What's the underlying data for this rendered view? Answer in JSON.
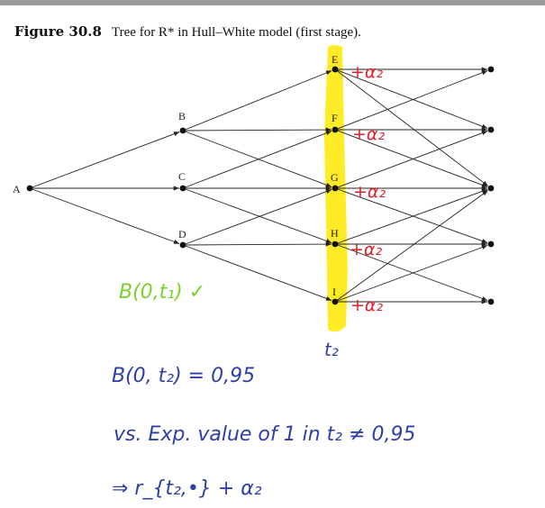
{
  "caption": {
    "number": "Figure 30.8",
    "title": "Tree for R* in Hull–White model (first stage)."
  },
  "nodes": {
    "A": "A",
    "B": "B",
    "C": "C",
    "D": "D",
    "E": "E",
    "F": "F",
    "G": "G",
    "H": "H",
    "I": "I"
  },
  "annotations": {
    "alpha_E": "+α₂",
    "alpha_F": "+α₂",
    "alpha_G": "+α₂",
    "alpha_H": "+α₂",
    "alpha_I": "+α₂",
    "t2_label": "t₂",
    "b01": "B(0,t₁) ✓",
    "b02": "B(0, t₂) = 0,95",
    "vs_line": "vs. Exp. value of 1 in t₂ ≠ 0,95",
    "implies": "⇒ r_{t₂,•} + α₂"
  },
  "colors": {
    "highlight": "#ffeb1a",
    "red_ink": "#e0202a",
    "green_ink": "#7bd12a",
    "blue_ink": "#2d3fa8",
    "rule": "#9a9a9a"
  }
}
